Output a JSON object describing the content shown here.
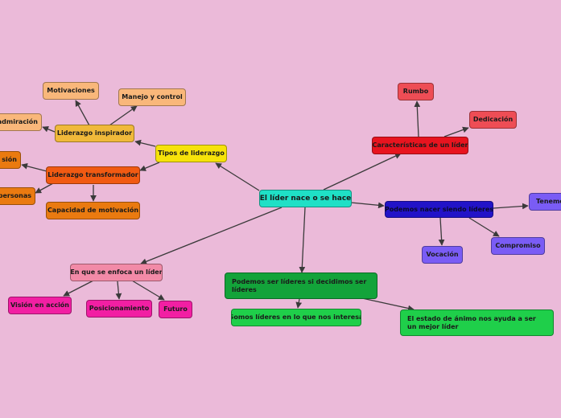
{
  "colors": {
    "background": "#ebbad9",
    "connector": "#3a3a3a",
    "central": "#1fe0c6",
    "tipos": "#f6e20a",
    "inspirador_branch": "#f0b93a",
    "light_orange": "#f9b77a",
    "transformador_branch": "#f15a12",
    "orange": "#ea7a10",
    "caracteristicas": "#e8141f",
    "red_light": "#ee4d55",
    "podemos_nacer": "#2213c8",
    "violet": "#7a5cf5",
    "enfoca": "#f28aa7",
    "magenta": "#f21fa3",
    "green_dark": "#13a33a",
    "green_light": "#1fcf4a"
  },
  "nodes": {
    "central": "El líder nace o se hace",
    "tipos": "Tipos de liderazgo",
    "inspirador": "Liderazgo inspirador",
    "motivaciones": "Motivaciones",
    "manejo": "Manejo y control",
    "admiracion": "admiración",
    "transformador": "Liderazgo transformador",
    "vision_partial": "sión",
    "personas_partial": "personas",
    "capacidad": "Capacidad de motivación",
    "caracteristicas": "Características de un líder",
    "rumbo": "Rumbo",
    "dedicacion": "Dedicación",
    "podemos_nacer": "Podemos nacer siendo líderes",
    "tenemos_partial": "Tenemos",
    "vocacion": "Vocación",
    "compromiso": "Compromiso",
    "enfoca": "En que se enfoca un líder",
    "vision_accion": "Visión en acción",
    "posicionamiento": "Posicionamiento",
    "futuro": "Futuro",
    "podemos_ser": "Podemos ser líderes si decidimos ser líderes",
    "somos": "Somos líderes en lo que nos interesa",
    "estado": "El estado de ánimo nos ayuda a ser un mejor líder"
  }
}
